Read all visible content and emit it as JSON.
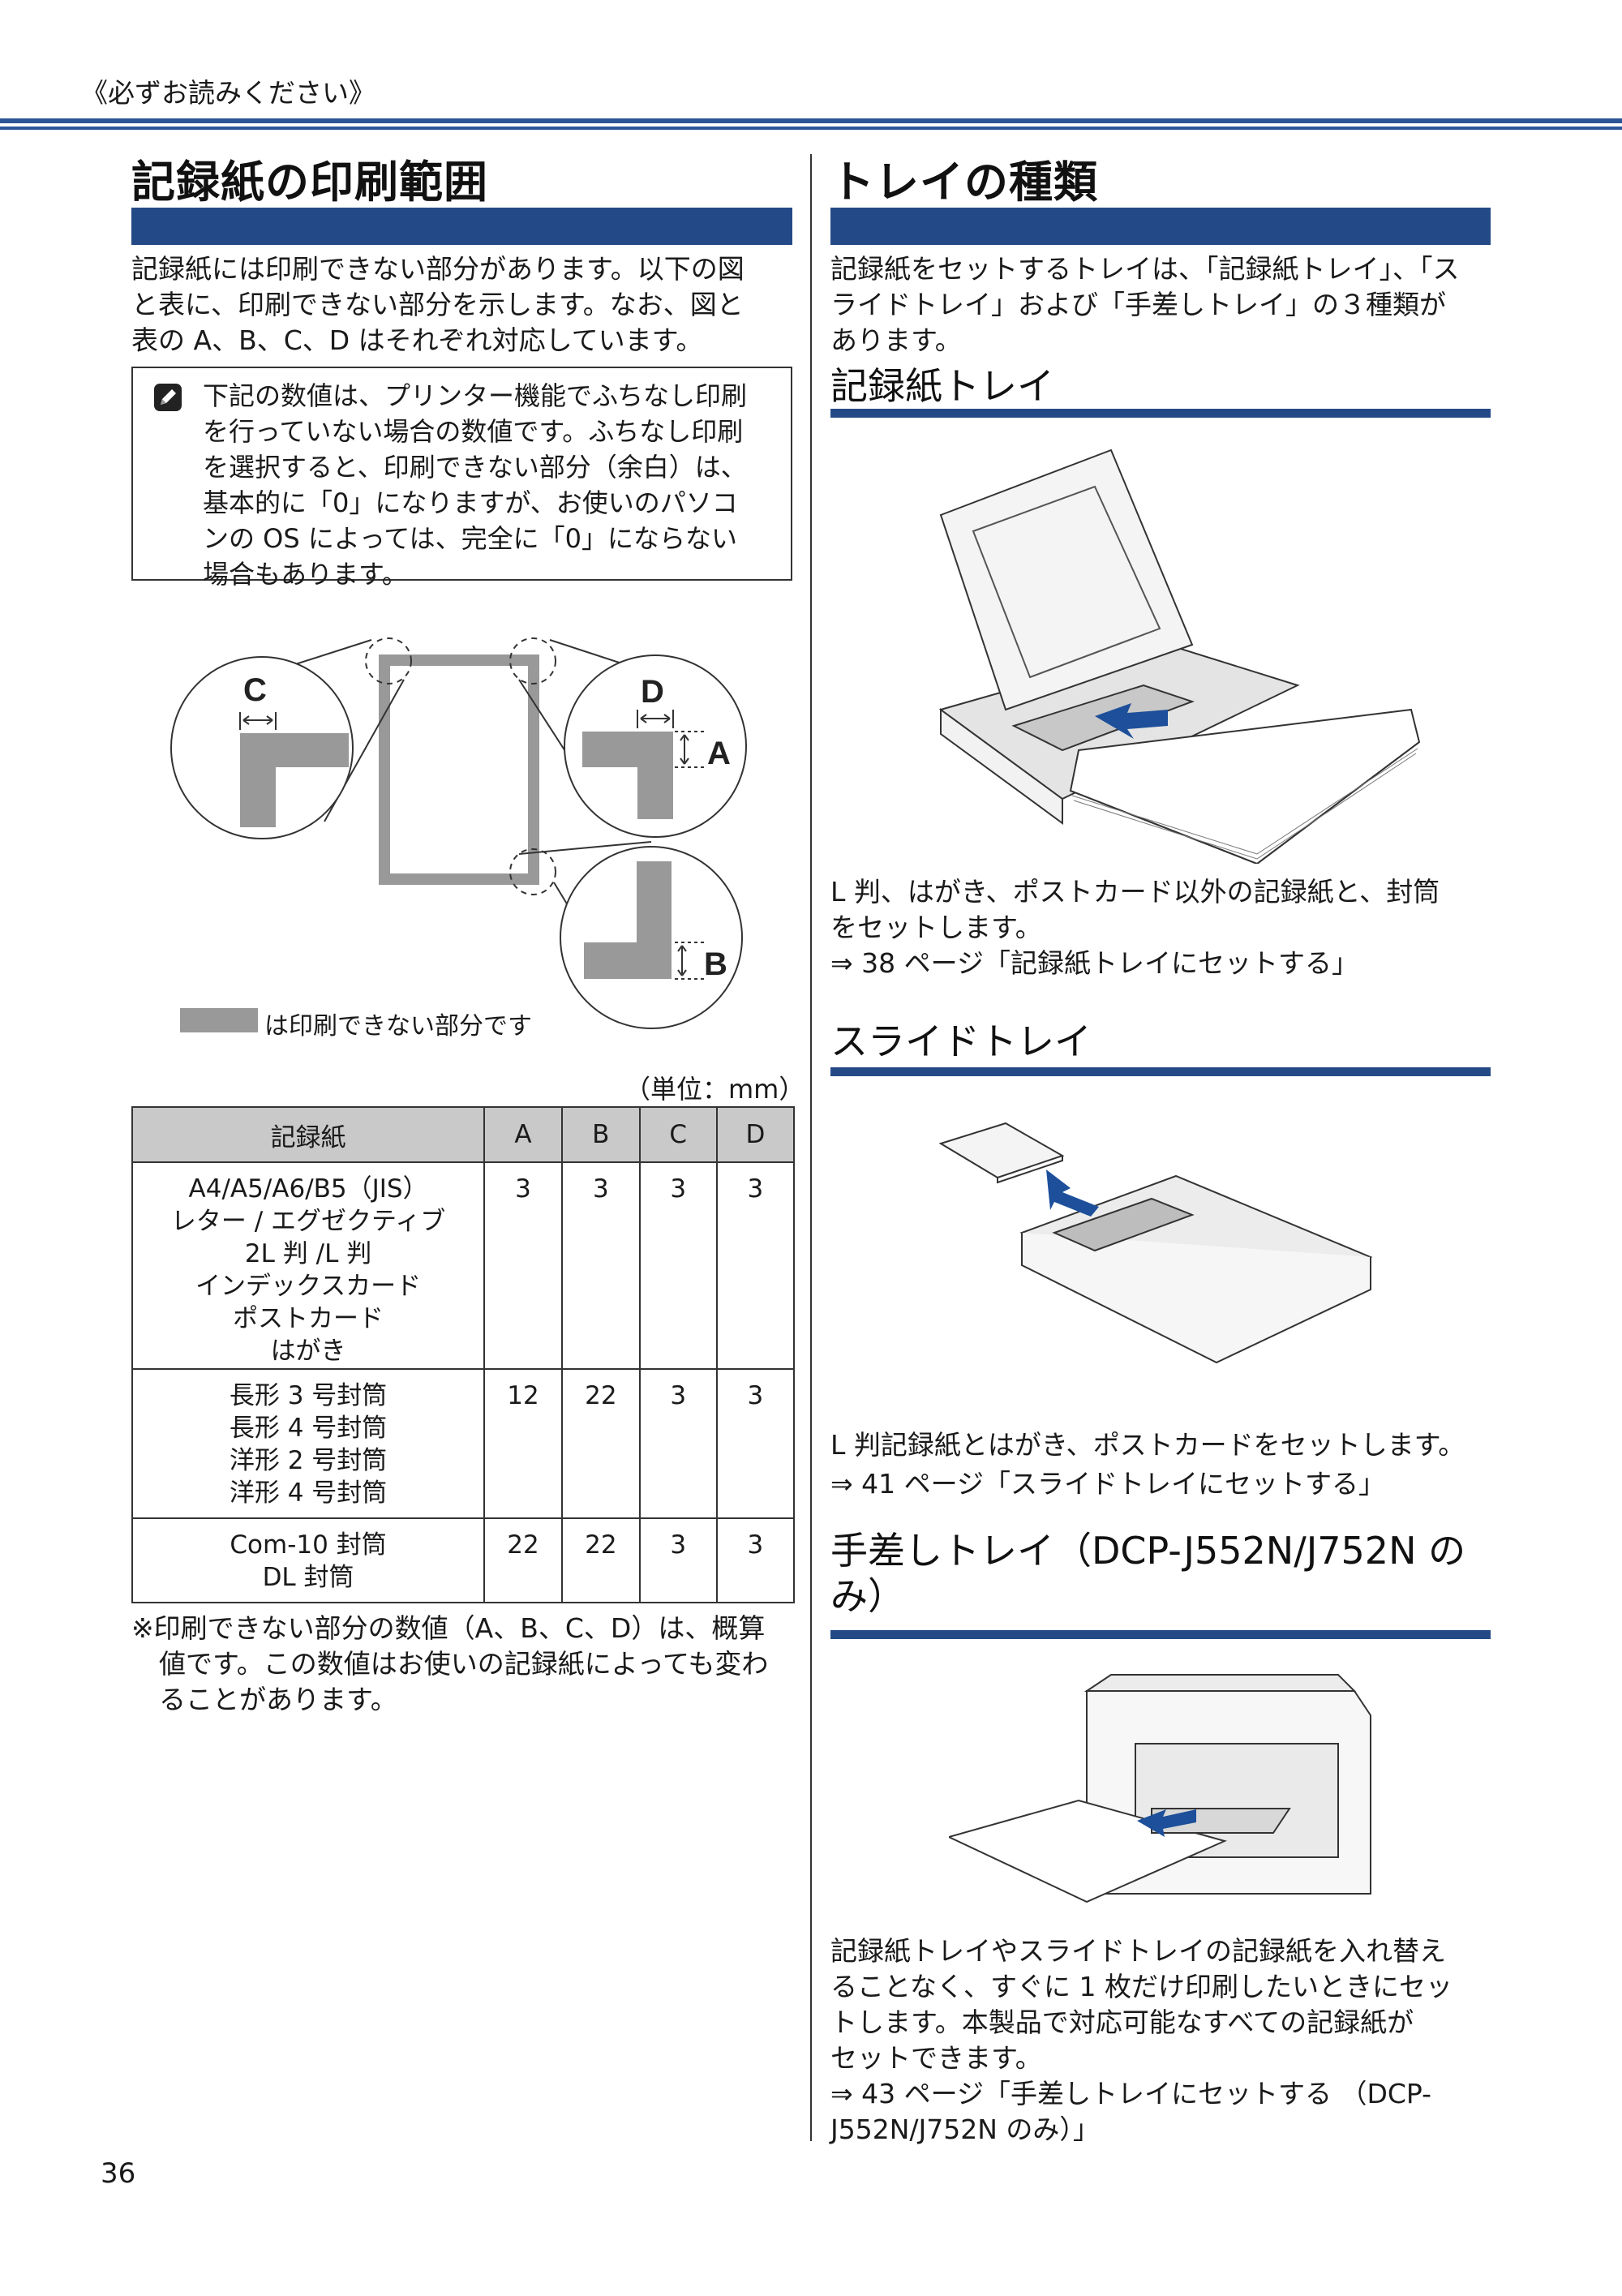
{
  "header": {
    "label": "《必ずお読みください》"
  },
  "left": {
    "title": "記録紙の印刷範囲",
    "intro": [
      "記録紙には印刷できない部分があります。以下の図",
      "と表に、印刷できない部分を示します。なお、図と",
      "表の A、B、C、D はそれぞれ対応しています。"
    ],
    "note": [
      "下記の数値は、プリンター機能でふちなし印刷",
      "を行っていない場合の数値です。ふちなし印刷",
      "を選択すると、印刷できない部分（余白）は、",
      "基本的に「0」になりますが、お使いのパソコ",
      "ンの OS によっては、完全に「0」にならない",
      "場合もあります。"
    ],
    "diagram": {
      "letter_c": "C",
      "letter_d": "D",
      "letter_a": "A",
      "letter_b": "B",
      "legend": "は印刷できない部分です"
    },
    "unit": "（単位：mm）",
    "table": {
      "headers": [
        "記録紙",
        "A",
        "B",
        "C",
        "D"
      ],
      "rows": [
        {
          "paper": [
            "A4/A5/A6/B5（JIS）",
            "レター / エグゼクティブ",
            "2L 判 /L 判",
            "インデックスカード",
            "ポストカード",
            "はがき"
          ],
          "a": "3",
          "b": "3",
          "c": "3",
          "d": "3"
        },
        {
          "paper": [
            "長形 3 号封筒",
            "長形 4 号封筒",
            "洋形 2 号封筒",
            "洋形 4 号封筒"
          ],
          "a": "12",
          "b": "22",
          "c": "3",
          "d": "3"
        },
        {
          "paper": [
            "Com-10 封筒",
            "DL 封筒"
          ],
          "a": "22",
          "b": "22",
          "c": "3",
          "d": "3"
        }
      ]
    },
    "footnote": [
      "※印刷できない部分の数値（A、B、C、D）は、概算",
      "値です。この数値はお使いの記録紙によっても変わ",
      "ることがあります。"
    ]
  },
  "right": {
    "title": "トレイの種類",
    "intro": [
      "記録紙をセットするトレイは、「記録紙トレイ」、「ス",
      "ライドトレイ」および「手差しトレイ」の３種類が",
      "あります。"
    ],
    "sections": [
      {
        "heading": "記録紙トレイ",
        "lines": [
          "L 判、はがき、ポストカード以外の記録紙と、封筒",
          "をセットします。",
          "⇒ 38 ページ「記録紙トレイにセットする」"
        ]
      },
      {
        "heading": "スライドトレイ",
        "lines": [
          "L 判記録紙とはがき、ポストカードをセットします。",
          "⇒ 41 ページ「スライドトレイにセットする」"
        ]
      },
      {
        "heading_lines": [
          "手差しトレイ（DCP-J552N/J752N の",
          "み）"
        ],
        "lines": [
          "記録紙トレイやスライドトレイの記録紙を入れ替え",
          "ることなく、すぐに 1 枚だけ印刷したいときにセッ",
          "トします。本製品で対応可能なすべての記録紙が",
          "セットできます。",
          "⇒ 43 ページ「手差しトレイにセットする （DCP-",
          "J552N/J752N のみ）」"
        ]
      }
    ]
  },
  "page_number": "36",
  "colors": {
    "accent": "#234a86",
    "rule": "#2b5596",
    "margin_gray": "#999999",
    "table_header": "#c9c9c9",
    "arrow": "#1d4f9a"
  }
}
